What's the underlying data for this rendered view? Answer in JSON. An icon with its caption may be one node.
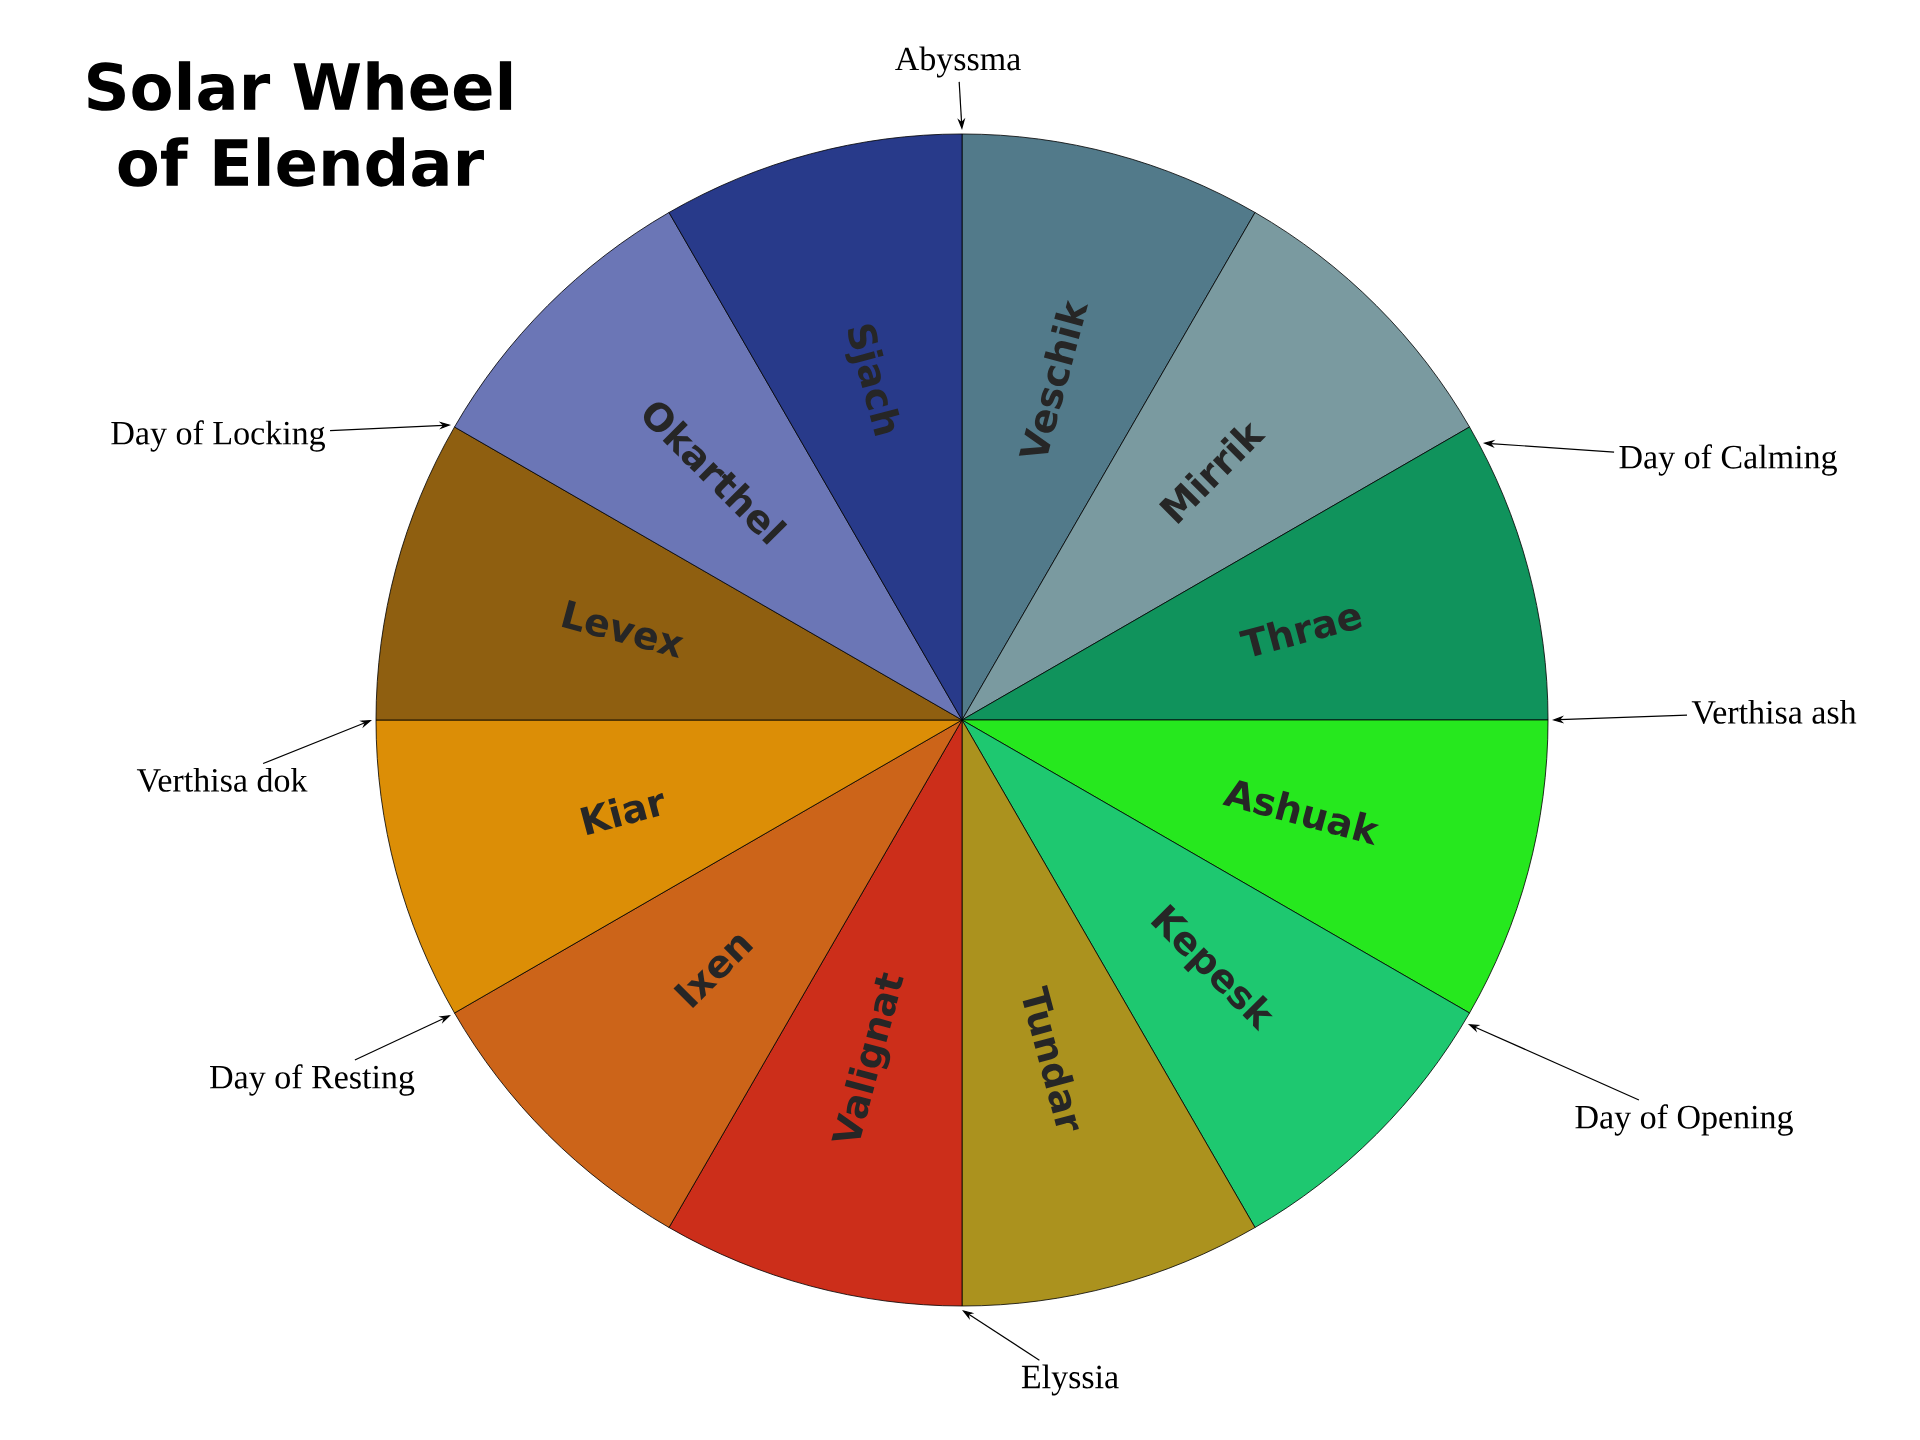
{
  "diagram": {
    "title": "Solar Wheel of Elendar",
    "nodes": [
      {
        "text": [
          "Veschik"
        ]
      },
      {
        "text": [
          "Mirrik"
        ]
      },
      {
        "text": [
          "Thrae"
        ]
      },
      {
        "text": [
          "Ashuak"
        ]
      },
      {
        "text": [
          "Kepesk"
        ]
      },
      {
        "text": [
          "Tundar"
        ]
      },
      {
        "text": [
          "Valignat"
        ]
      },
      {
        "text": [
          "Ixen"
        ]
      },
      {
        "text": [
          "Kiar"
        ]
      },
      {
        "text": [
          "Levex"
        ]
      },
      {
        "text": [
          "Okarthel"
        ]
      },
      {
        "text": [
          "Sjach"
        ]
      },
      {
        "text": [
          "Abyssma"
        ]
      },
      {
        "text": [
          "Day of Calming"
        ]
      },
      {
        "text": [
          "Verthisa ash"
        ]
      },
      {
        "text": [
          "Day of Opening"
        ]
      },
      {
        "text": [
          "Elyssia"
        ]
      },
      {
        "text": [
          "Day of Resting"
        ]
      },
      {
        "text": [
          "Verthisa dok"
        ]
      },
      {
        "text": [
          "Day of Locking"
        ]
      }
    ],
    "edges": [
      {
        "from": 12,
        "to": 0,
        "arrow": "to"
      },
      {
        "from": 13,
        "to": 2,
        "arrow": "to"
      },
      {
        "from": 14,
        "to": 2,
        "arrow": "to"
      },
      {
        "from": 15,
        "to": 4,
        "arrow": "to"
      },
      {
        "from": 16,
        "to": 5,
        "arrow": "to"
      },
      {
        "from": 17,
        "to": 8,
        "arrow": "to"
      },
      {
        "from": 18,
        "to": 9,
        "arrow": "to"
      },
      {
        "from": 19,
        "to": 9,
        "arrow": "to"
      }
    ]
  }
}
